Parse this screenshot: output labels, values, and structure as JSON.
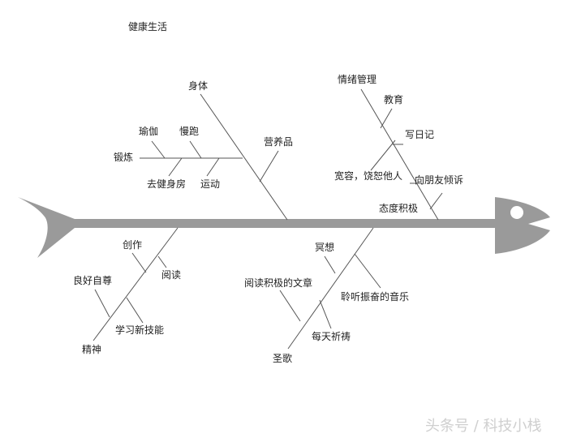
{
  "title": "健康生活",
  "watermark": "头条号 / 科技小栈",
  "colors": {
    "spine": "#9a9a9a",
    "bone": "#555555",
    "text": "#222222"
  },
  "branches": {
    "body": {
      "label": "身体",
      "items": {
        "exercise": "锻炼",
        "yoga": "瑜伽",
        "jogging": "慢跑",
        "gym": "去健身房",
        "sport": "运动",
        "supplements": "营养品"
      }
    },
    "emotion": {
      "label": "情绪管理",
      "items": {
        "education": "教育",
        "diary": "写日记",
        "forgive": "宽容，饶恕他人",
        "confide": "向朋友倾诉",
        "positive": "态度积极"
      }
    },
    "spirit": {
      "label": "精神",
      "items": {
        "create": "创作",
        "read": "阅读",
        "self_respect": "良好自尊",
        "new_skills": "学习新技能"
      }
    },
    "hymn": {
      "label": "圣歌",
      "items": {
        "meditate": "冥想",
        "positive_articles": "阅读积极的文章",
        "uplifting_music": "聆听振奋的音乐",
        "pray": "每天祈祷"
      }
    }
  }
}
